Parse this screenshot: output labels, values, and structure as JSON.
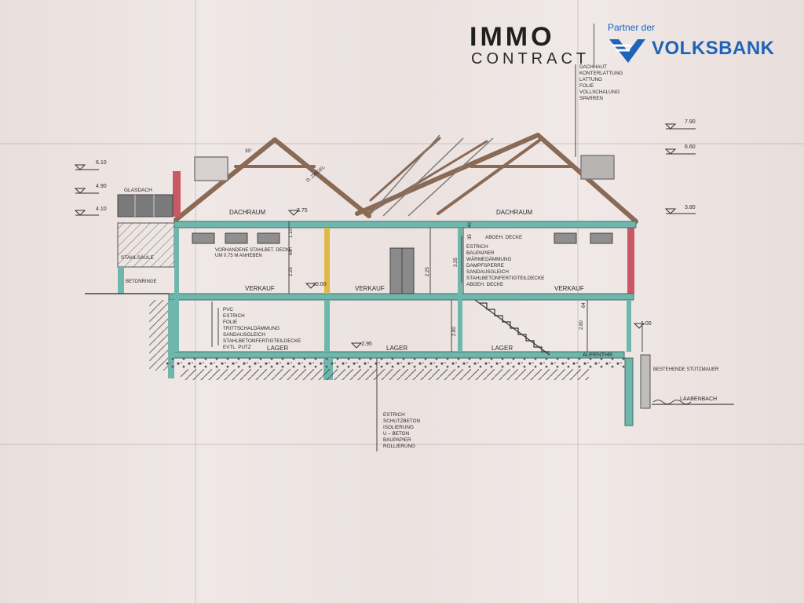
{
  "logo": {
    "immo": "IMMO",
    "contract": "CONTRACT",
    "partner": "Partner der",
    "bank": "VOLKSBANK",
    "icons": [
      "volksbank-v-icon"
    ],
    "colors": {
      "bank_blue": "#1e63b8"
    }
  },
  "roof_layers": [
    "DACHHAUT",
    "KONTERLATTUNG",
    "LATTUNG",
    "FOLIE",
    "VOLLSCHALUNG",
    "SPARREN"
  ],
  "levels": {
    "left_top": "6.10",
    "left_mid": "4.90",
    "left_low": "4.10",
    "right_top": "7.90",
    "right_mid": "6.60",
    "right_low": "3.80",
    "dachraum_level": "3.75",
    "ground": "±0.00",
    "lager_level": "-2.95",
    "outside": "1.00"
  },
  "rooms": {
    "dachraum_left": "DACHRAUM",
    "dachraum_right": "DACHRAUM",
    "verkauf_left": "VERKAUF",
    "verkauf_mid": "VERKAUF",
    "verkauf_right": "VERKAUF",
    "lager_left": "LAGER",
    "lager_mid": "LAGER",
    "lager_right": "LAGER",
    "aufenthr": "AUFENTHR."
  },
  "annotations": {
    "glasdach": "GLASDACH",
    "stahlsaeule": "STAHLSÄULE",
    "betonringe": "BETONRINGE",
    "stahlbet_line1": "VORHANDENE STAHLBET. DECKE",
    "stahlbet_line2": "UM 0.75 M ANHEBEN",
    "ziegel": "D. ZIEGEL",
    "roof_pitch": "35°",
    "stuetzmauer": "BESTEHENDE STÜTZMAUER",
    "laabenbach": "LAABENBACH"
  },
  "dimensions": {
    "d110": "1.10",
    "d60": "60",
    "d225": "2.25",
    "d225b": "2.25",
    "d335": "3.35",
    "d40": "40",
    "d35": "35",
    "d280": "2.80",
    "d280b": "2.80",
    "d64": "64"
  },
  "floor_layers_mid": [
    "PVC",
    "ESTRICH",
    "FOLIE",
    "TRITTSCHALDÄMMUNG",
    "SANDAUSGLEICH",
    "STAHLBETONFERTIGTEILDECKE",
    "EVTL. PUTZ"
  ],
  "ceiling_layers": [
    "ABGEH. DECKE",
    "ESTRICH",
    "BAUPAPIER",
    "WÄRMEDÄMMUNG",
    "DAMPFSPERRE",
    "SANDAUSGLEICH",
    "STAHLBETONFERTIGTEILDECKE",
    "ABGEH. DECKE"
  ],
  "base_layers": [
    "ESTRICH",
    "SCHUTZBETON",
    "ISOLIERUNG",
    "U – BETON",
    "BAUPAPIER",
    "ROLLIERUNG"
  ],
  "colors": {
    "slab_teal": "#6fb7ad",
    "wall_red": "#c95a64",
    "timber_brown": "#8a6a55",
    "column_yellow": "#e0b84a"
  }
}
